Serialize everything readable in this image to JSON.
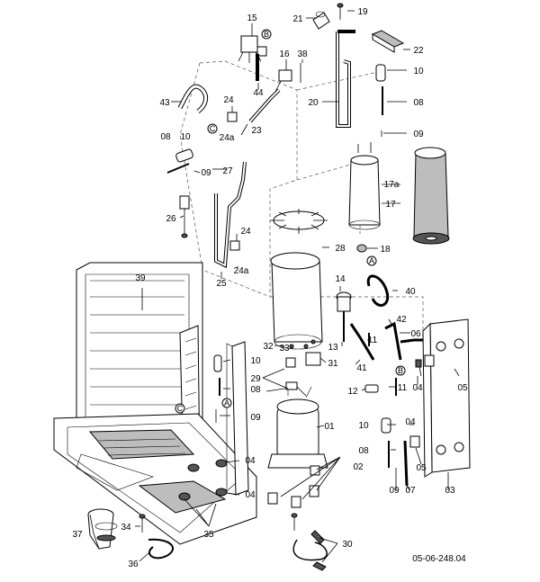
{
  "drawing_number": "05-06-248.04",
  "markers": {
    "A": "A",
    "B": "B",
    "C": "C"
  },
  "labels": {
    "l01": "01",
    "l02": "02",
    "l03": "03",
    "l04a": "04",
    "l04b": "04",
    "l04c": "04",
    "l04d": "04",
    "l05a": "05",
    "l05b": "05",
    "l06": "06",
    "l07": "07",
    "l08a": "08",
    "l08b": "08",
    "l08c": "08",
    "l08d": "08",
    "l09a": "09",
    "l09b": "09",
    "l09c": "09",
    "l09d": "09",
    "l10a": "10",
    "l10b": "10",
    "l10c": "10",
    "l10d": "10",
    "l11a": "11",
    "l11b": "11",
    "l12": "12",
    "l13": "13",
    "l14": "14",
    "l15": "15",
    "l16": "16",
    "l17": "17",
    "l17a": "17a",
    "l18": "18",
    "l19": "19",
    "l20": "20",
    "l21": "21",
    "l22": "22",
    "l23": "23",
    "l24a": "24",
    "l24b": "24",
    "l24aa": "24a",
    "l24ab": "24a",
    "l25": "25",
    "l26": "26",
    "l27": "27",
    "l28": "28",
    "l29": "29",
    "l30": "30",
    "l31": "31",
    "l32": "32",
    "l33": "33",
    "l34": "34",
    "l35": "35",
    "l36": "36",
    "l37": "37",
    "l38": "38",
    "l39": "39",
    "l40": "40",
    "l41": "41",
    "l42": "42",
    "l43": "43",
    "l44": "44"
  }
}
